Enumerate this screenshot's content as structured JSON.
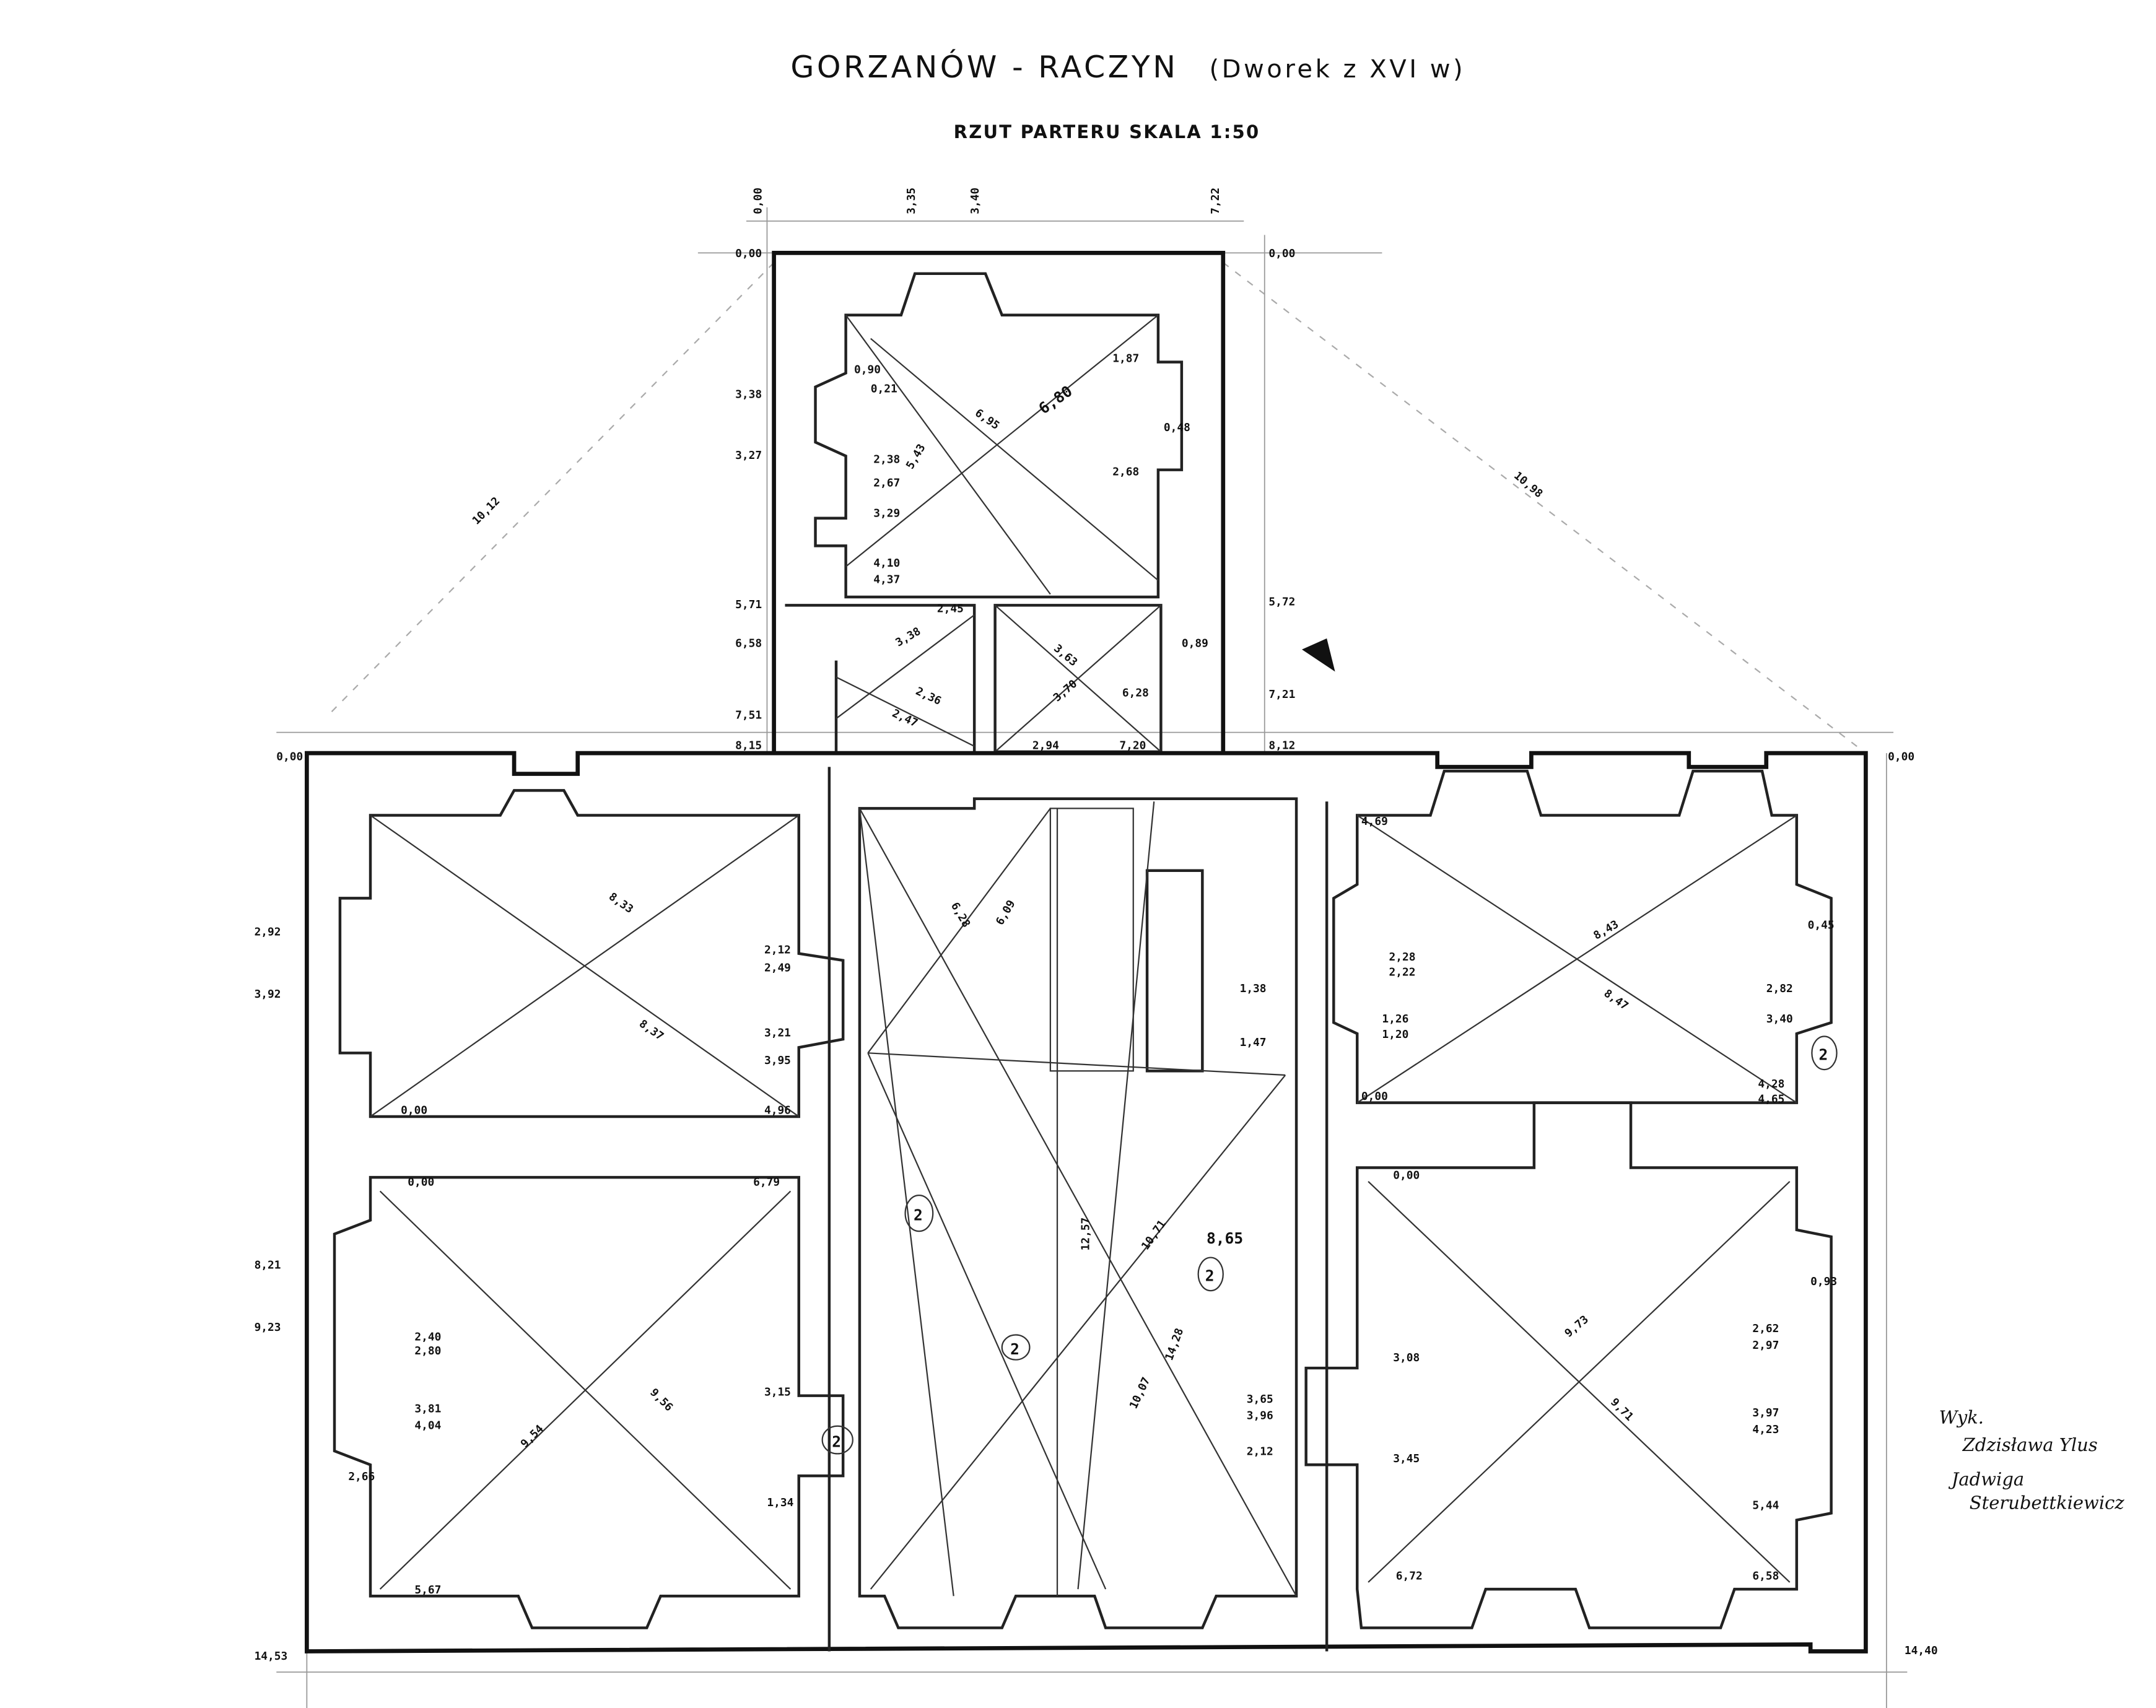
{
  "header": {
    "title": "GORZANÓW - RACZYN",
    "title_note": "(Dworek z XVI w)",
    "subtitle": "RZUT PARTERU  SKALA 1:50"
  },
  "signature": {
    "line1": "Wyk.",
    "line2": "Zdzisława Ylus",
    "line3": "Jadwiga",
    "line4": "Sterubettkiewicz"
  },
  "dimensions": {
    "top_axis": [
      "0,00",
      "3,35",
      "3,40",
      "7,22"
    ],
    "annex_left": [
      "0,00",
      "3,38",
      "3,27",
      "5,71",
      "6,58",
      "7,51",
      "8,15"
    ],
    "annex_right": [
      "0,00",
      "5,72",
      "7,21",
      "8,12"
    ],
    "annex_room": [
      "6,80",
      "6,95",
      "5,43",
      "1,87",
      "0,48",
      "2,68",
      "2,38",
      "2,67",
      "3,29",
      "4,10",
      "4,37",
      "0,21",
      "0,90",
      "2,45",
      "3,63",
      "3,70",
      "6,28",
      "2,94",
      "7,20",
      "0,89",
      "3,38",
      "2,47",
      "2,36"
    ],
    "diagonals": [
      "10,12",
      "10,98"
    ],
    "main_left": [
      "0,00",
      "2,92",
      "3,92",
      "8,21",
      "9,23",
      "14,53"
    ],
    "main_right": [
      "0,00",
      "14,40"
    ],
    "room_left_top": [
      "8,33",
      "8,37",
      "0,00",
      "4,96",
      "2,12",
      "2,49",
      "3,21",
      "3,95"
    ],
    "room_left_bottom": [
      "9,54",
      "9,56",
      "0,00",
      "6,79",
      "3,15",
      "1,34",
      "2,66",
      "3,81",
      "4,04",
      "2,40",
      "2,80",
      "5,67"
    ],
    "hall": [
      "6,28",
      "6,09",
      "12,57",
      "10,71",
      "14,28",
      "10,07",
      "8,65",
      "3,65",
      "3,96",
      "2,12",
      "1,47",
      "1,38"
    ],
    "room_right_top": [
      "8,43",
      "8,47",
      "0,00",
      "4,69",
      "2,28",
      "2,22",
      "1,26",
      "1,20",
      "4,28",
      "4,65",
      "0,45",
      "2,82",
      "3,40"
    ],
    "room_right_bottom": [
      "9,73",
      "9,71",
      "0,00",
      "3,08",
      "3,45",
      "0,93",
      "2,62",
      "2,97",
      "3,97",
      "4,23",
      "5,44",
      "6,58",
      "6,72"
    ],
    "room_marks": [
      "2",
      "2",
      "2",
      "2",
      "2"
    ]
  }
}
